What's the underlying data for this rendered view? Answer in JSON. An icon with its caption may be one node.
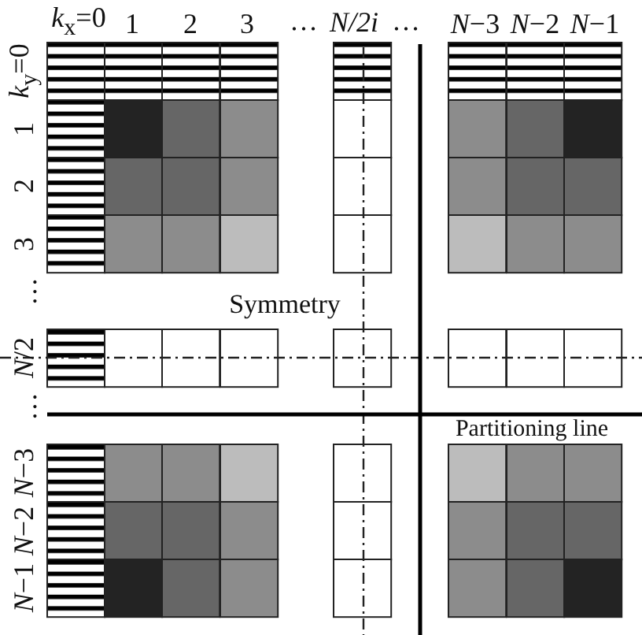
{
  "diagram": {
    "labels": [
      "*k*$_{x}$=0",
      "1",
      "2",
      "3",
      "…",
      "N/2i",
      "…",
      "*N*−3",
      "*N*−2",
      "*N*−1",
      "*k*$_{y}$=0",
      "1",
      "2",
      "3",
      "…",
      "Symmetry",
      "*N*/2",
      "…",
      "Partitioning line",
      "*N*−3",
      "*N*−2",
      "*N*−1"
    ]
  }
}
